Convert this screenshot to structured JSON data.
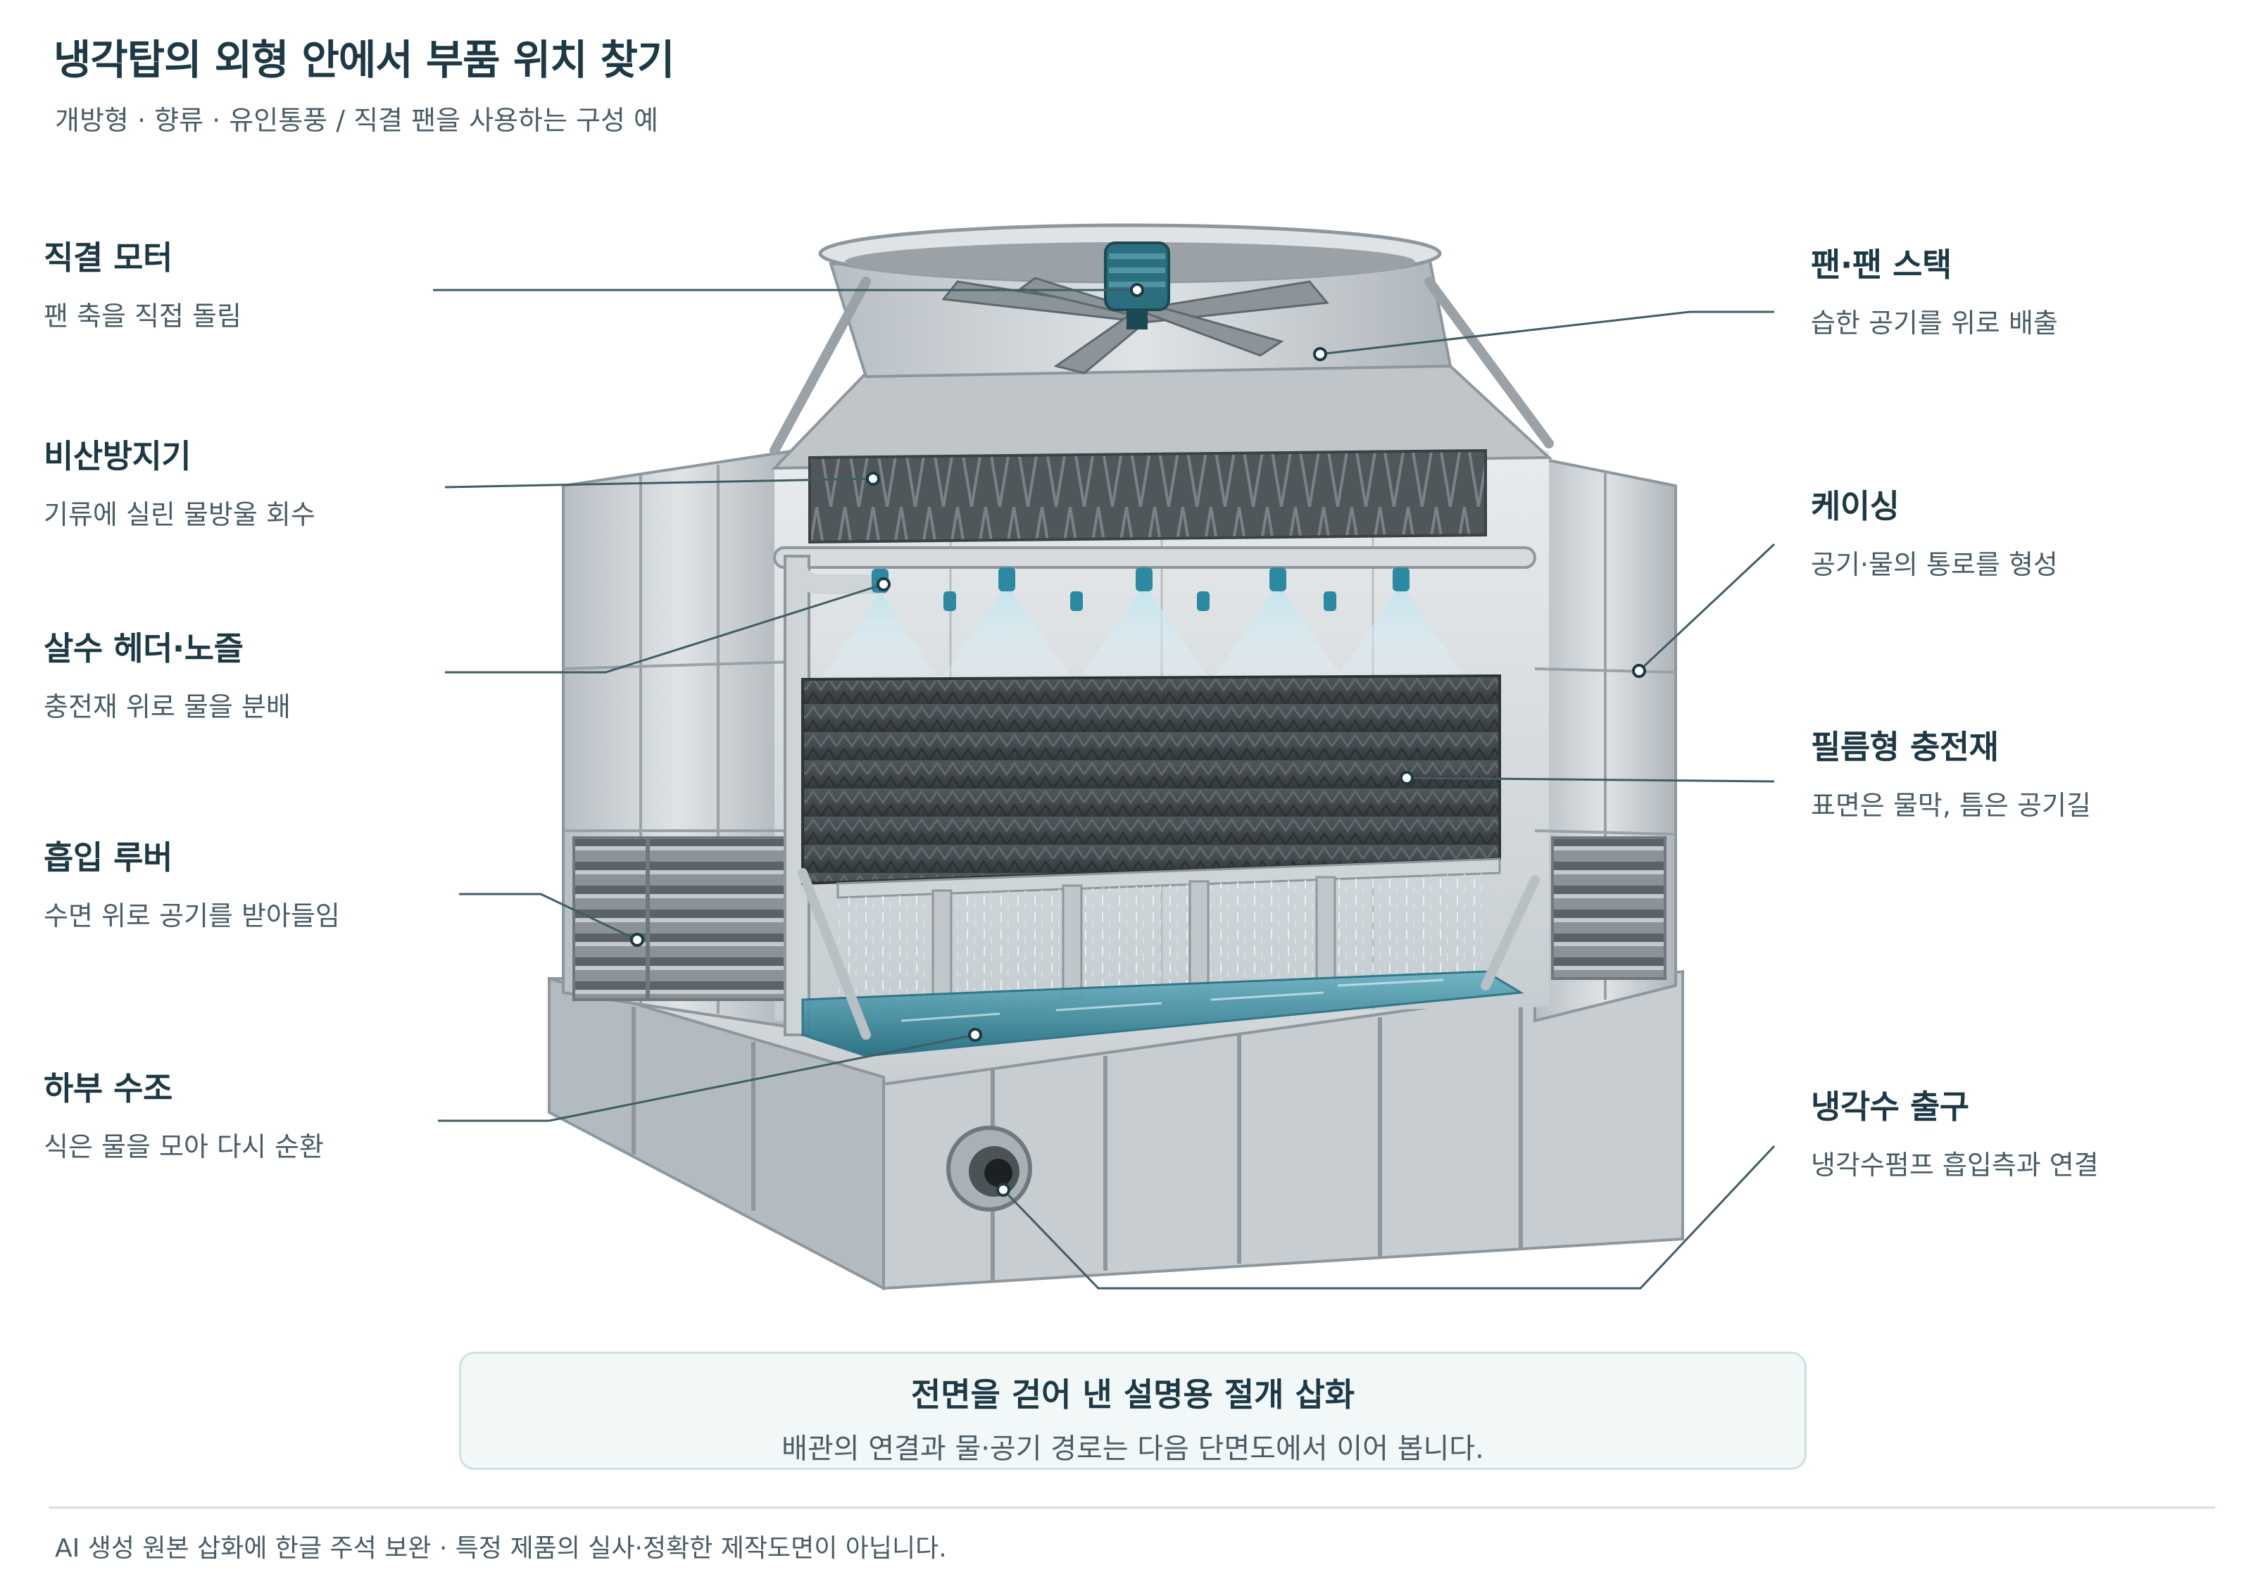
{
  "header": {
    "title": "냉각탑의 외형 안에서 부품 위치 찾기",
    "subtitle": "개방형 · 향류 · 유인통풍 / 직결 팬을 사용하는 구성 예"
  },
  "labels": {
    "motor": {
      "title": "직결 모터",
      "desc": "팬 축을 직접 돌림"
    },
    "eliminator": {
      "title": "비산방지기",
      "desc": "기류에 실린 물방울 회수"
    },
    "spray": {
      "title": "살수 헤더·노즐",
      "desc": "충전재 위로 물을 분배"
    },
    "louver": {
      "title": "흡입 루버",
      "desc": "수면 위로 공기를 받아들임"
    },
    "basin": {
      "title": "하부 수조",
      "desc": "식은 물을 모아 다시 순환"
    },
    "fan": {
      "title": "팬·팬 스택",
      "desc": "습한 공기를 위로 배출"
    },
    "casing": {
      "title": "케이싱",
      "desc": "공기·물의 통로를 형성"
    },
    "fill": {
      "title": "필름형 충전재",
      "desc": "표면은 물막, 틈은 공기길"
    },
    "outlet": {
      "title": "냉각수 출구",
      "desc": "냉각수펌프 흡입측과 연결"
    }
  },
  "note": {
    "title": "전면을 걷어 낸 설명용 절개 삽화",
    "text": "배관의 연결과 물·공기 경로는 다음 단면도에서 이어 봅니다."
  },
  "footer": {
    "text": "AI 생성 원본 삽화에 한글 주석 보완 · 특정 제품의 실사·정확한 제작도면이 아닙니다."
  },
  "colors": {
    "title": "#1d3945",
    "leader": "#3f5d66",
    "steel": "#c9cfd3",
    "steel_dark": "#8e979d",
    "fill_media": "#3f4549",
    "water": "#3f8fa3",
    "motor": "#2b6e7d"
  }
}
